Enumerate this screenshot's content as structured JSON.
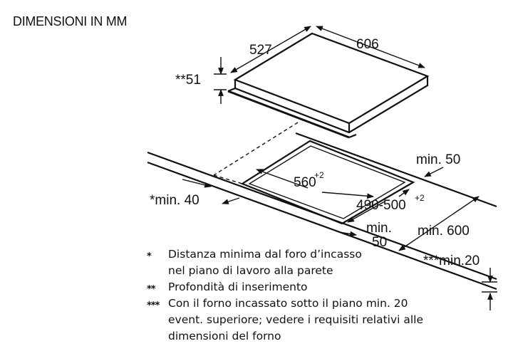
{
  "title": "DIMENSIONI IN MM",
  "dimensions": {
    "hob_depth": "527",
    "hob_width": "606",
    "insertion_depth": "**51",
    "cutout_width": "560",
    "cutout_width_tol": "+2",
    "cutout_depth": "490-500",
    "cutout_depth_tol": "+2",
    "min_wall": "*min. 40",
    "min_side": "min. 50",
    "min_front_line1": "min.",
    "min_front_line2": "50",
    "min_worktop": "min. 600",
    "min_thickness": "***min.20"
  },
  "notes": [
    {
      "mark": "*",
      "lines": [
        "Distanza minima dal foro d’incasso",
        "nel piano di lavoro alla parete"
      ]
    },
    {
      "mark": "**",
      "lines": [
        "Profondità di inserimento"
      ]
    },
    {
      "mark": "***",
      "lines": [
        "Con il forno incassato sotto il piano min. 20",
        "event. superiore; vedere i requisiti relativi alle",
        "dimensioni del forno"
      ]
    }
  ]
}
